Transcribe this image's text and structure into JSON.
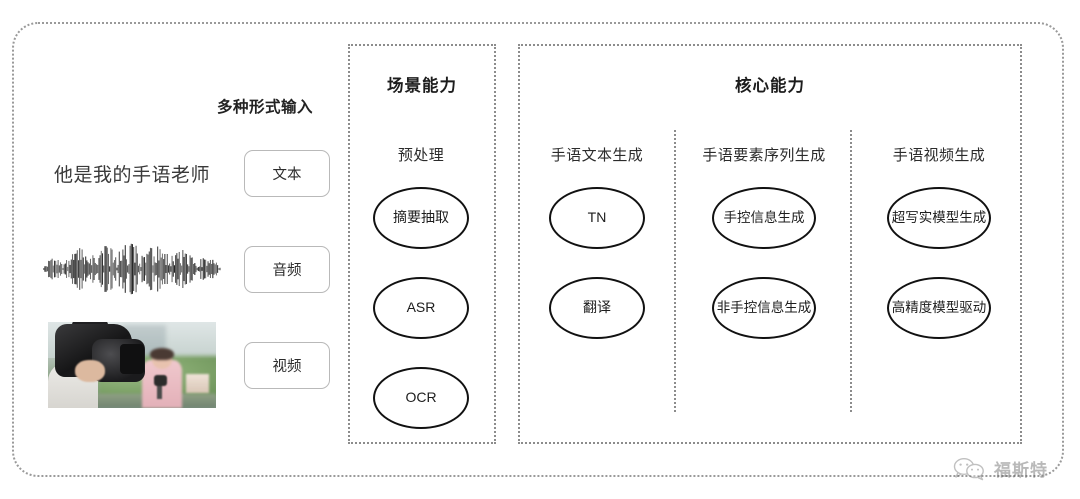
{
  "input_section": {
    "title": "多种形式输入",
    "modalities": [
      {
        "chip": "文本",
        "sample_type": "text-line",
        "sample_text": "他是我的手语老师"
      },
      {
        "chip": "音频",
        "sample_type": "waveform",
        "sample_text": ""
      },
      {
        "chip": "视频",
        "sample_type": "video-thumb",
        "sample_text": ""
      }
    ]
  },
  "scene_panel": {
    "title": "场景能力",
    "columns": [
      {
        "heading": "预处理",
        "nodes": [
          {
            "label": "摘要抽取"
          },
          {
            "label": "ASR"
          },
          {
            "label": "OCR"
          }
        ]
      }
    ]
  },
  "core_panel": {
    "title": "核心能力",
    "columns": [
      {
        "heading": "手语文本生成",
        "nodes": [
          {
            "label": "TN"
          },
          {
            "label": "翻译"
          }
        ]
      },
      {
        "heading": "手语要素序列生成",
        "nodes": [
          {
            "label": "手控信息\n生成"
          },
          {
            "label": "非手控信息\n生成"
          }
        ]
      },
      {
        "heading": "手语视频生成",
        "nodes": [
          {
            "label": "超写实模型\n生成"
          },
          {
            "label": "高精度模型\n驱动"
          }
        ]
      }
    ]
  },
  "watermark": {
    "icon": "wechat-icon",
    "label": "福斯特"
  },
  "colors": {
    "background": "#ffffff",
    "frame_border": "#9a9a9a",
    "panel_border": "#8c8c8c",
    "node_border": "#111111",
    "chip_border": "#b9b9b9",
    "text": "#2b2b2b"
  }
}
